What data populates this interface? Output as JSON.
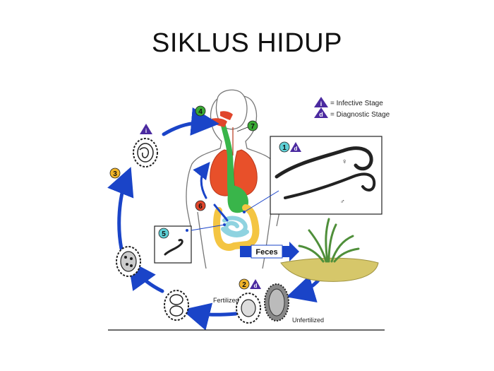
{
  "slide": {
    "title": "SIKLUS HIDUP"
  },
  "legend": {
    "infective": {
      "symbol": "i",
      "text": "= Infective Stage",
      "color": "#4b2aa0"
    },
    "diagnostic": {
      "symbol": "d",
      "text": "= Diagnostic Stage",
      "color": "#4b2aa0"
    }
  },
  "steps": {
    "s1": {
      "number": "1",
      "color": "#5fd0d6",
      "badge": "d"
    },
    "s2": {
      "number": "2",
      "color": "#f0b429",
      "badge": "d"
    },
    "s3": {
      "number": "3",
      "color": "#f0b429"
    },
    "s4": {
      "number": "4",
      "color": "#3aaa35"
    },
    "s5": {
      "number": "5",
      "color": "#5fd0d6"
    },
    "s6": {
      "number": "6",
      "color": "#e0452b"
    },
    "s7": {
      "number": "7",
      "color": "#3aaa35"
    },
    "s3_badge": "i"
  },
  "labels": {
    "feces": "Feces",
    "fertilized": "Fertilized",
    "unfertilized": "Unfertilized",
    "female_symbol": "♀",
    "male_symbol": "♂"
  },
  "colors": {
    "arrow": "#1a44c8",
    "lungs": "#e8502a",
    "gut": "#39b54a",
    "intestine_small": "#8fd3e0",
    "intestine_large": "#f4c542",
    "soil": "#d6c76a",
    "grass": "#7cc36a"
  }
}
